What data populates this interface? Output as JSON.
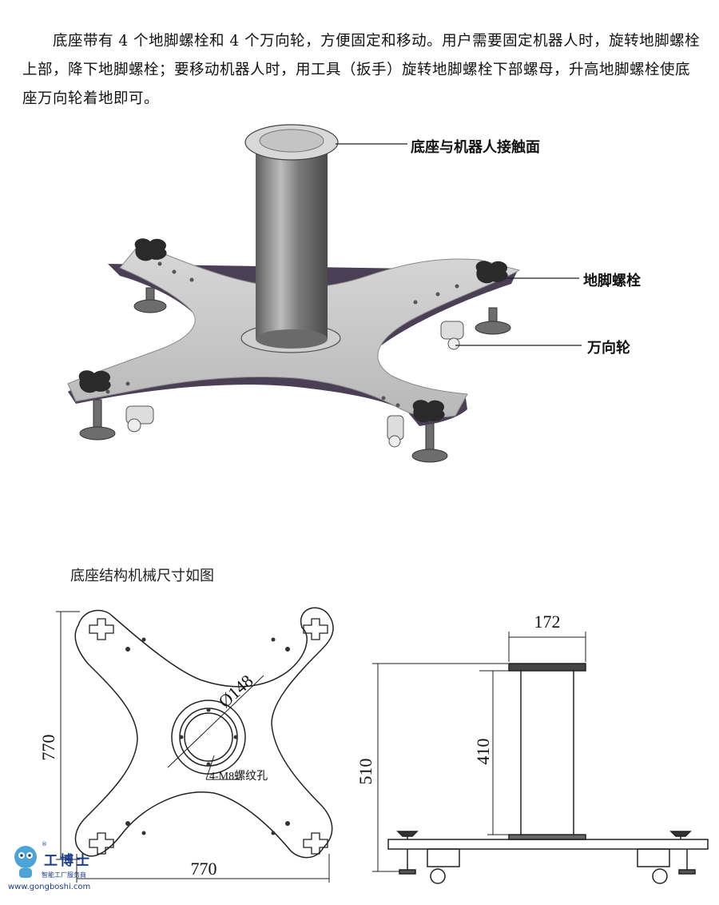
{
  "paragraph": "底座带有 4 个地脚螺栓和 4 个万向轮，方便固定和移动。用户需要固定机器人时，旋转地脚螺栓上部，降下地脚螺栓；要移动机器人时，用工具（扳手）旋转地脚螺栓下部螺母，升高地脚螺栓使底座万向轮着地即可。",
  "callouts": {
    "contact_surface": "底座与机器人接触面",
    "foot_bolt": "地脚螺栓",
    "caster": "万向轮"
  },
  "section_title": "底座结构机械尺寸如图",
  "drawing": {
    "plan_height": "770",
    "plan_width": "770",
    "column_diameter": "Ø148",
    "thread_holes": "4-M8螺纹孔",
    "top_width": "172",
    "column_height": "410",
    "total_height": "510"
  },
  "logo": {
    "name": "工博士",
    "subtitle": "智能工厂服务商",
    "url": "www.gongboshi.com",
    "registered": "®"
  },
  "colors": {
    "plate": "#c9c9c9",
    "plate_edge": "#4a3f55",
    "column": "#8a8a8a",
    "knob": "#2a2a2a",
    "logo": "#1a3a8a"
  }
}
